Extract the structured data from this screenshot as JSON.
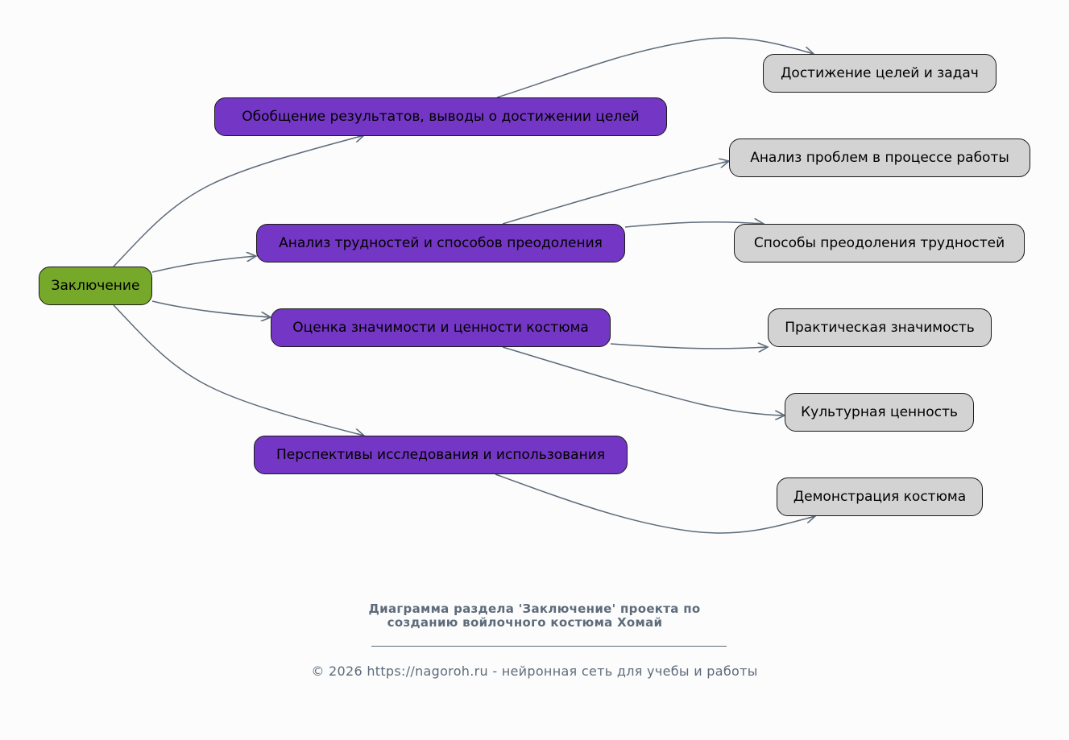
{
  "diagram": {
    "colors": {
      "root": "#76a82a",
      "branch": "#7436c5",
      "leaf": "#d3d3d3",
      "edge": "#5d6b7a"
    },
    "root": {
      "id": "root",
      "label": "Заключение"
    },
    "branches": [
      {
        "id": "b1",
        "label": "Обобщение результатов, выводы о достижении целей"
      },
      {
        "id": "b2",
        "label": "Анализ трудностей и способов преодоления"
      },
      {
        "id": "b3",
        "label": "Оценка значимости и ценности костюма"
      },
      {
        "id": "b4",
        "label": "Перспективы исследования и использования"
      }
    ],
    "leaves": [
      {
        "id": "l1",
        "label": "Достижение целей и задач"
      },
      {
        "id": "l2",
        "label": "Анализ проблем в процессе работы"
      },
      {
        "id": "l3",
        "label": "Способы преодоления трудностей"
      },
      {
        "id": "l4",
        "label": "Практическая значимость"
      },
      {
        "id": "l5",
        "label": "Культурная ценность"
      },
      {
        "id": "l6",
        "label": "Демонстрация костюма"
      }
    ],
    "edges": [
      {
        "from": "root",
        "to": "b1"
      },
      {
        "from": "root",
        "to": "b2"
      },
      {
        "from": "root",
        "to": "b3"
      },
      {
        "from": "root",
        "to": "b4"
      },
      {
        "from": "b1",
        "to": "l1"
      },
      {
        "from": "b2",
        "to": "l2"
      },
      {
        "from": "b2",
        "to": "l3"
      },
      {
        "from": "b3",
        "to": "l4"
      },
      {
        "from": "b3",
        "to": "l5"
      },
      {
        "from": "b4",
        "to": "l6"
      }
    ]
  },
  "caption": {
    "title_line1": "Диаграмма раздела 'Заключение' проекта по",
    "title_line2": "созданию войлочного костюма Хомай",
    "footer": "© 2026 https://nagoroh.ru - нейронная сеть для учебы и работы"
  }
}
